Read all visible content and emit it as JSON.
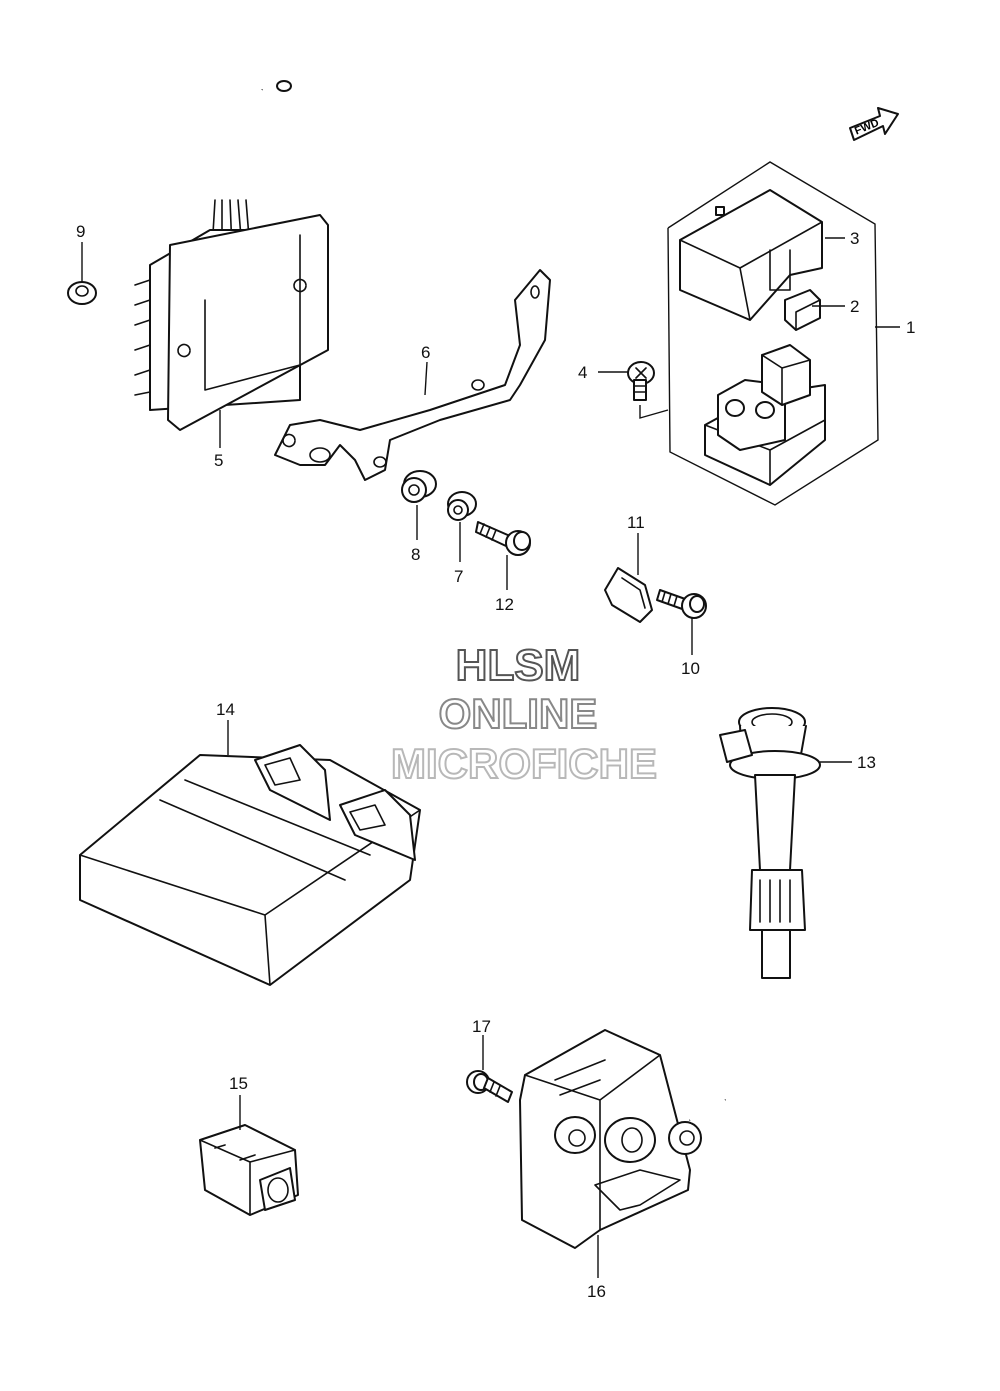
{
  "fwd_label": "FWD",
  "callouts": [
    "1",
    "2",
    "3",
    "4",
    "5",
    "6",
    "7",
    "8",
    "9",
    "10",
    "11",
    "12",
    "13",
    "14",
    "15",
    "16",
    "17"
  ],
  "watermark": {
    "line1": "HLSM",
    "line2": "ONLINE",
    "line3": "MICROFICHE"
  },
  "colors": {
    "ink": "#111111",
    "watermark1": "#555555",
    "watermark2": "#888888",
    "watermark3": "#b8b8b8"
  }
}
